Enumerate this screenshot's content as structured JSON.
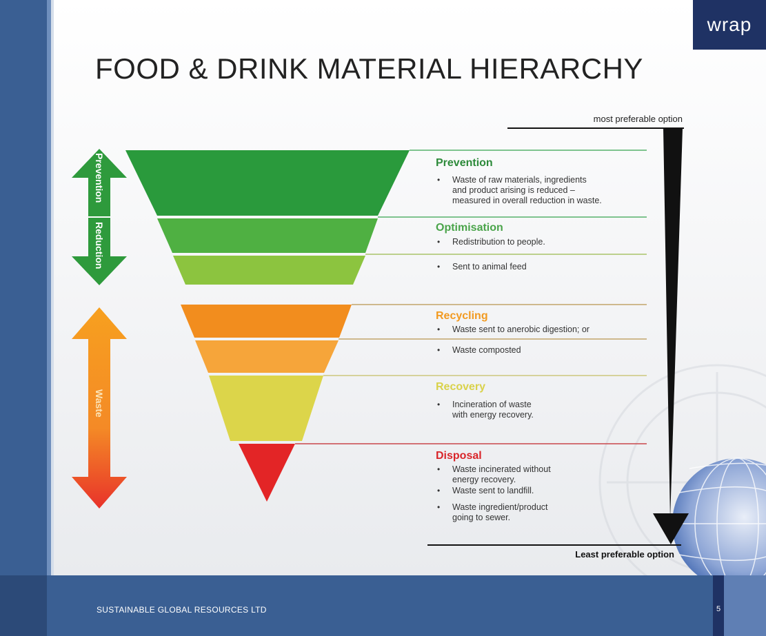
{
  "title": "FOOD & DRINK MATERIAL HIERARCHY",
  "logo_text": "wrap",
  "top_label": "most preferable option",
  "bottom_label": "Least preferable option",
  "footer": {
    "company": "SUSTAINABLE GLOBAL RESOURCES LTD",
    "page": "5"
  },
  "side_arrows": {
    "prevention": "Prevention",
    "reduction": "Reduction",
    "waste": "Waste"
  },
  "levels": [
    {
      "heading": "Prevention",
      "heading_color": "#2d8a3a",
      "bullets": [
        "Waste of raw materials, ingredients and product arising is reduced – measured in overall reduction in waste."
      ]
    },
    {
      "heading": "Optimisation",
      "heading_color": "#4aa44a",
      "bullets": [
        "Redistribution to people.",
        "Sent to animal feed"
      ]
    },
    {
      "heading": "Recycling",
      "heading_color": "#f29a21",
      "bullets": [
        "Waste sent to anerobic digestion; or",
        "Waste composted"
      ]
    },
    {
      "heading": "Recovery",
      "heading_color": "#d9d24a",
      "bullets": [
        "Incineration of waste with energy recovery."
      ]
    },
    {
      "heading": "Disposal",
      "heading_color": "#d9252a",
      "bullets": [
        "Waste incinerated without energy recovery.",
        "Waste sent to landfill.",
        "Waste ingredient/product going to sewer."
      ]
    }
  ]
}
